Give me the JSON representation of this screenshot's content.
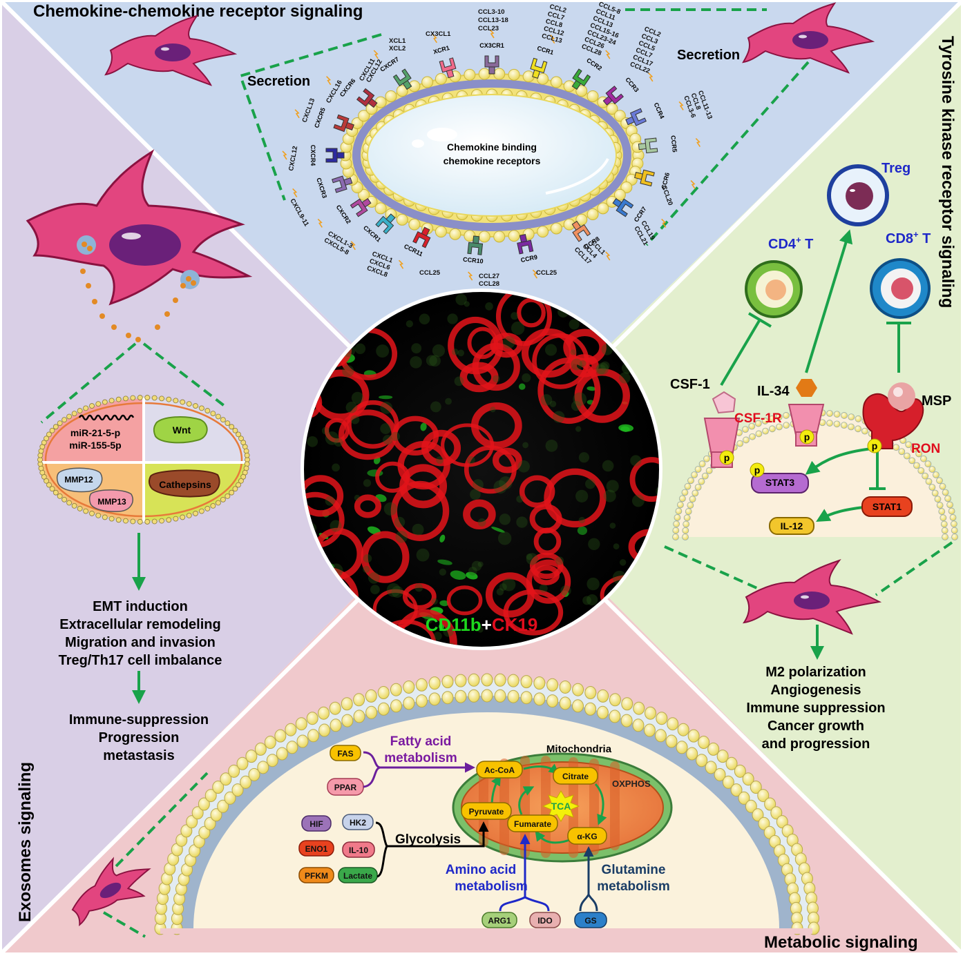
{
  "titles": {
    "chemokine": "Chemokine-chemokine receptor signaling",
    "tyrosine": "Tyrosine kinase receptor signaling",
    "exosomes": "Exosomes signaling",
    "metabolic": "Metabolic signaling"
  },
  "chemokine": {
    "secretion_left": "Secretion",
    "secretion_right": "Secretion",
    "center_line1": "Chemokine binding",
    "center_line2": "chemokine receptors",
    "receptors": [
      "CXCR4",
      "CXCR5",
      "CXCR6",
      "CXCR7",
      "XCR1",
      "CX3CR1",
      "CCR1",
      "CCR2",
      "CCR3",
      "CCR4",
      "CCR5",
      "CCR6",
      "CCR7",
      "CCR8",
      "CCR9",
      "CCR10",
      "CCR11",
      "CXCR1",
      "CXCR2",
      "CXCR3"
    ],
    "ligands": {
      "cxcr4": "CXCL12",
      "cxcr5": "CXCL13",
      "cxcr6": "CXCL16",
      "cxcr7": [
        "CXCL11",
        "CXCL12"
      ],
      "xcr1": [
        "XCL1",
        "XCL2"
      ],
      "cx3cr1": "CX3CL1",
      "ccr1": [
        "CCL3-10",
        "CCL13-18",
        "CCL23"
      ],
      "ccr2": [
        "CCL2",
        "CCL7",
        "CCL8",
        "CCL12",
        "CCL13"
      ],
      "ccr3": [
        "CCL5-8",
        "CCL11",
        "CCL13",
        "CCL15-16",
        "CCL23-24",
        "CCL26",
        "CCL28"
      ],
      "ccr4": [
        "CCL2",
        "CCL3",
        "CCL5",
        "CCL7",
        "CCL17",
        "CCL22"
      ],
      "ccr5": [
        "CCL3-6",
        "CCL8",
        "CCL11-13"
      ],
      "ccr6": "CCL20",
      "ccr7": [
        "CCL19",
        "CCL21"
      ],
      "ccr8": [
        "CCL1",
        "CCL4",
        "CCL17"
      ],
      "ccr9": "CCL25",
      "ccr10": [
        "CCL27",
        "CCL28"
      ],
      "ccr11": "CCL25",
      "cxcr1": [
        "CXCL1",
        "CXCL6",
        "CXCL8"
      ],
      "cxcr2": [
        "CXCL1-3",
        "CXCL5-8"
      ],
      "cxcr3": "CXCL9-11"
    }
  },
  "micro": {
    "green": "CD11b",
    "plus": "+",
    "red": "CK19"
  },
  "exosome": {
    "mirna1": "miR-21-5-p",
    "mirna2": "miR-155-5p",
    "wnt": "Wnt",
    "mmp12": "MMP12",
    "mmp13": "MMP13",
    "cathepsins": "Cathepsins",
    "effects1": [
      "EMT induction",
      "Extracellular  remodeling",
      "Migration and invasion",
      "Treg/Th17 cell imbalance"
    ],
    "effects2": [
      "Immune-suppression",
      "Progression",
      "metastasis"
    ]
  },
  "tyrosine": {
    "treg": "Treg",
    "cd4": "CD4",
    "cd8": "CD8",
    "sup": "+",
    "t": " T",
    "csf1": "CSF-1",
    "il34": "IL-34",
    "csf1r": "CSF-1R",
    "msp": "MSP",
    "ron": "RON",
    "p": "p",
    "stat3": "STAT3",
    "stat1": "STAT1",
    "il12": "IL-12",
    "effects": [
      "M2 polarization",
      "Angiogenesis",
      "Immune  suppression",
      "Cancer growth",
      "and progression"
    ]
  },
  "metabolic": {
    "fatty_acid": [
      "Fatty acid",
      "metabolism"
    ],
    "fas": "FAS",
    "ppar": "PPAR",
    "mitochondria": "Mitochondria",
    "acoa": "Ac-CoA",
    "citrate": "Citrate",
    "oxphos": "OXPHOS",
    "tca": "TCA",
    "pyruvate": "Pyruvate",
    "fumarate": "Fumarate",
    "akg": "α-KG",
    "glycolysis": "Glycolysis",
    "hif": "HIF",
    "hk2": "HK2",
    "eno1": "ENO1",
    "il10": "IL-10",
    "pfkm": "PFKM",
    "lactate": "Lactate",
    "amino": [
      "Amino acid",
      "metabolism"
    ],
    "glutamine": [
      "Glutamine",
      "metabolism"
    ],
    "arg1": "ARG1",
    "ido": "IDO",
    "gs": "GS"
  },
  "colors": {
    "top_panel": "#c9d8ee",
    "left_panel": "#d9cfe6",
    "right_panel": "#e3efce",
    "bottom_panel": "#f0c9cc",
    "cell_pink": "#e2457f",
    "nucleus": "#6a2079",
    "arrow_green": "#19a24a",
    "label_blue": "#1e28c8",
    "label_red": "#e00d1d",
    "label_purple": "#7a1aa0"
  }
}
